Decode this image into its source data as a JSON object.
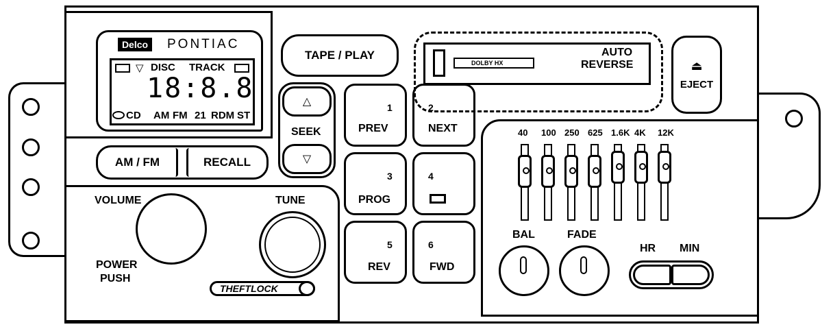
{
  "display": {
    "badge": "Delco",
    "brand": "PONTIAC",
    "disc": "DISC",
    "track": "TRACK",
    "digits": "18:8.8",
    "cd": "CD",
    "am": "AM",
    "fm": "FM",
    "num21": "21",
    "rdm": "RDM",
    "st": "ST"
  },
  "buttons": {
    "tape_play": "TAPE / PLAY",
    "seek": "SEEK",
    "am_fm": "AM / FM",
    "recall": "RECALL",
    "eject": "EJECT"
  },
  "tape": {
    "dolby": "DOLBY HX",
    "auto": "AUTO",
    "reverse": "REVERSE"
  },
  "presets": [
    {
      "num": "1",
      "label": "PREV"
    },
    {
      "num": "2",
      "label": "NEXT"
    },
    {
      "num": "3",
      "label": "PROG"
    },
    {
      "num": "4",
      "label": ""
    },
    {
      "num": "5",
      "label": "REV"
    },
    {
      "num": "6",
      "label": "FWD"
    }
  ],
  "knobs": {
    "volume": "VOLUME",
    "power": "POWER",
    "push": "PUSH",
    "tune": "TUNE",
    "theftlock": "THEFTLOCK"
  },
  "equalizer": {
    "bands": [
      "40",
      "100",
      "250",
      "625",
      "1.6K",
      "4K",
      "12K"
    ]
  },
  "controls": {
    "bal": "BAL",
    "fade": "FADE",
    "hr": "HR",
    "min": "MIN"
  },
  "icons": [
    "up-arrow-icon",
    "down-arrow-icon",
    "eject-icon",
    "cassette-icon"
  ]
}
